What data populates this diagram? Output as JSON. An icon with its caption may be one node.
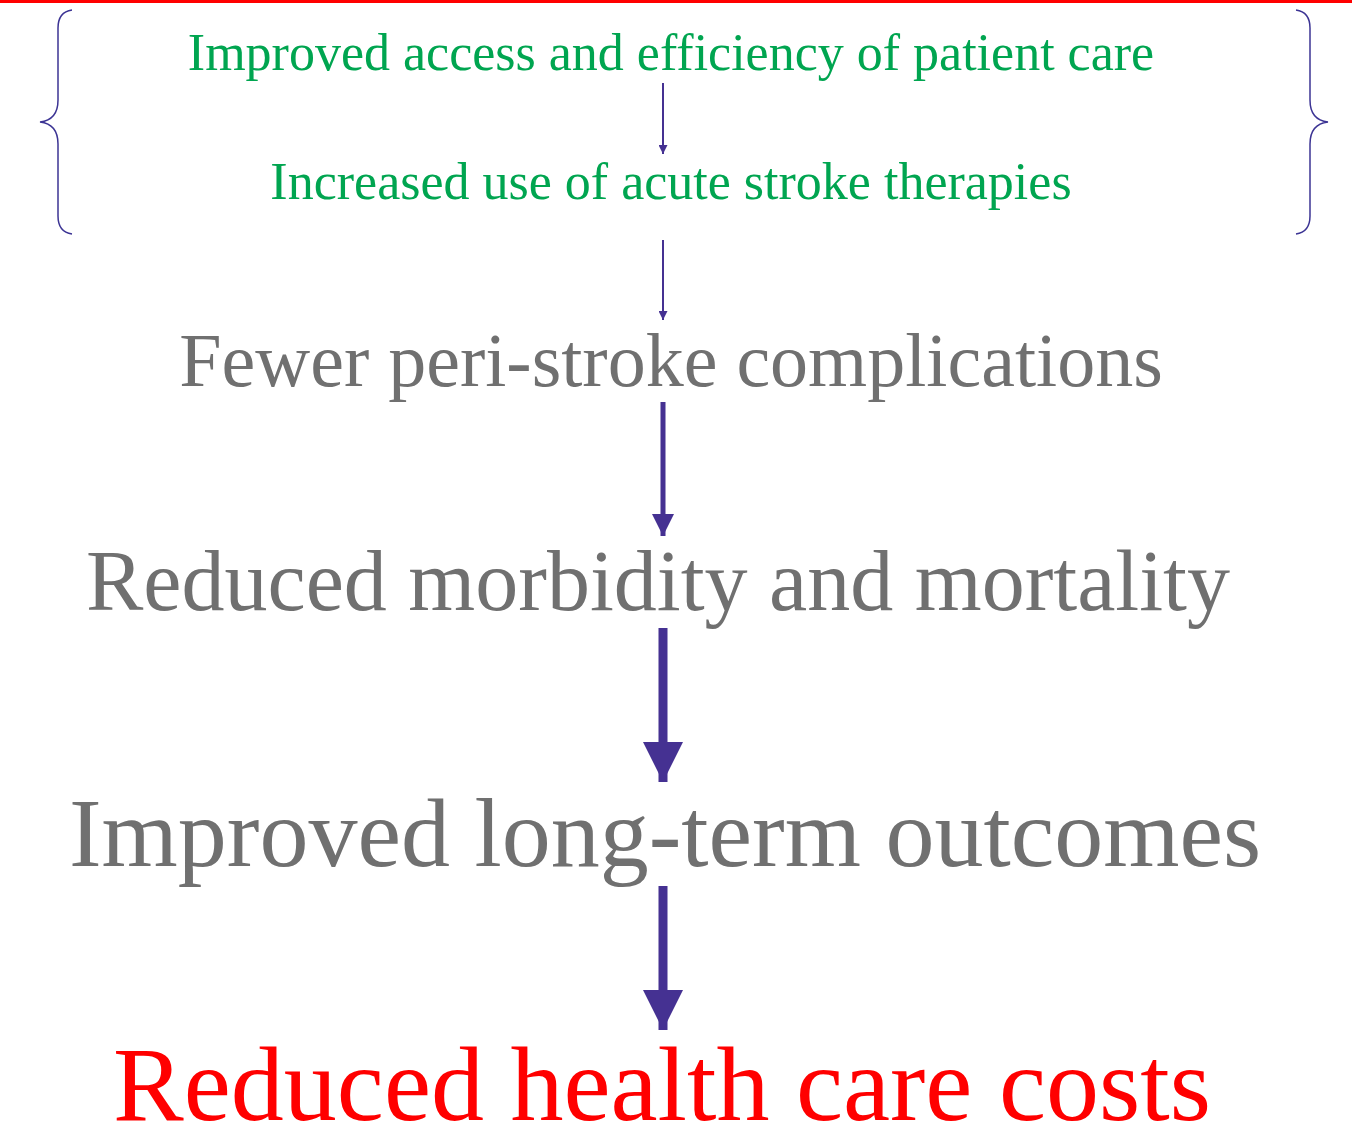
{
  "diagram": {
    "nodes": [
      {
        "text": [],
        "shape": "brace"
      },
      {
        "text": [
          "Improved access and efficiency of patient care"
        ],
        "in": 0
      },
      {
        "text": [
          "Increased use of acute stroke therapies"
        ],
        "in": 0
      },
      {
        "text": [
          "Fewer peri-stroke complications"
        ]
      },
      {
        "text": [
          "Reduced morbidity and mortality"
        ]
      },
      {
        "text": [
          "Improved long-term outcomes"
        ]
      },
      {
        "text": [
          "Reduced health care costs"
        ]
      }
    ],
    "edges": [
      {
        "from": 1,
        "to": 2,
        "arrow": "to"
      },
      {
        "from": 0,
        "to": 3,
        "arrow": "to"
      },
      {
        "from": 3,
        "to": 4,
        "arrow": "to"
      },
      {
        "from": 4,
        "to": 5,
        "arrow": "to",
        "style": "thick"
      },
      {
        "from": 5,
        "to": 6,
        "arrow": "to",
        "style": "thick"
      }
    ]
  }
}
